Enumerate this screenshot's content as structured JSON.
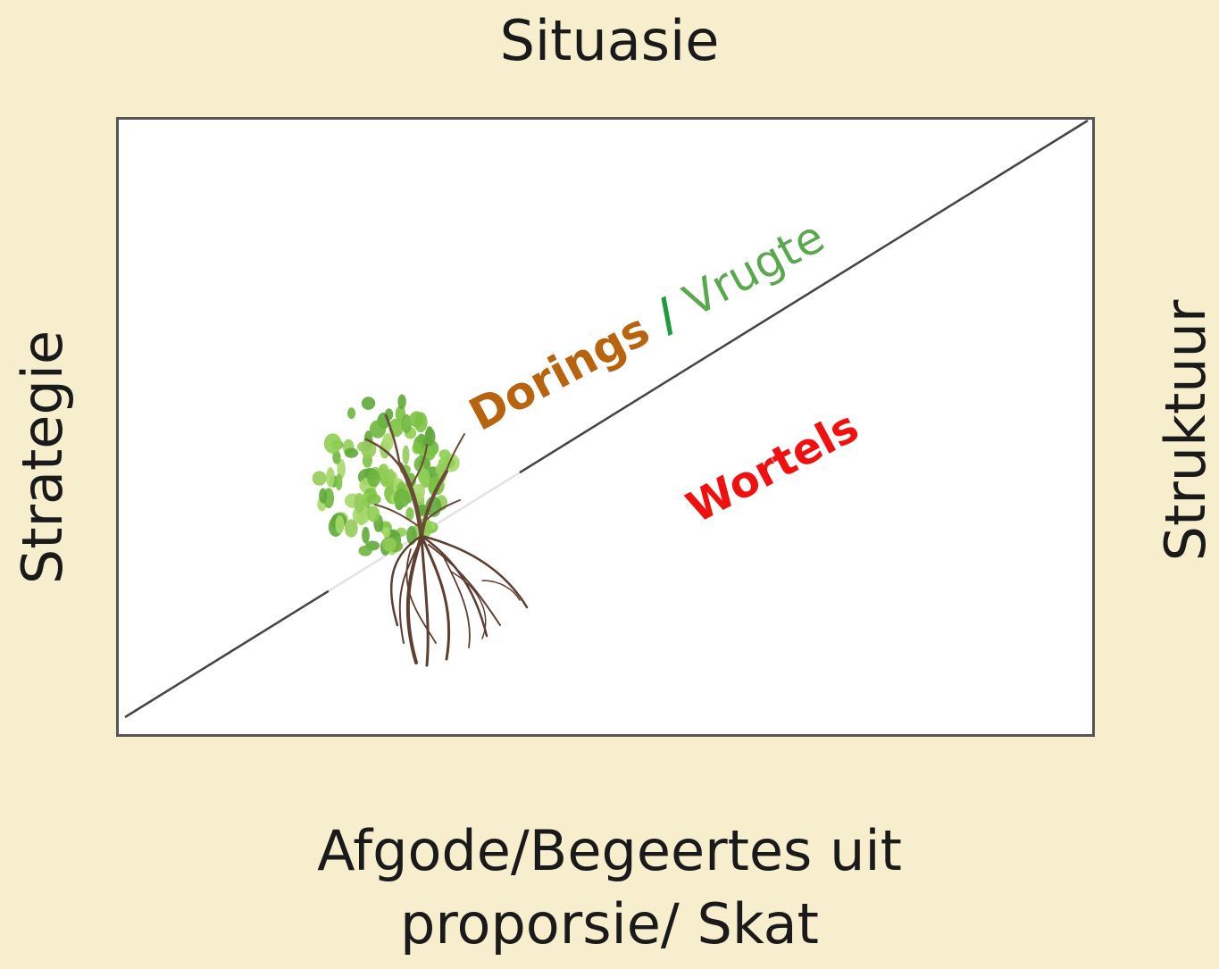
{
  "diagram": {
    "top_label": "Situasie",
    "left_label": "Strategie",
    "right_label": "Struktuur",
    "bottom_label_line1": "Afgode/Begeertes uit",
    "bottom_label_line2": "proporsie/ Skat",
    "upper_triangle": {
      "word_1": "Dorings",
      "separator": " / ",
      "word_2": "Vrugte"
    },
    "lower_triangle": {
      "word": "Wortels"
    },
    "image": "tree-with-roots-icon"
  },
  "colors": {
    "background": "#f6eecd",
    "frame_border": "#555555",
    "dorings": "#b8640f",
    "slash": "#1e9b3a",
    "vrugte": "#5aa84e",
    "wortels": "#f01010",
    "leaf": "#7cc243",
    "trunk": "#6b4a3a"
  }
}
